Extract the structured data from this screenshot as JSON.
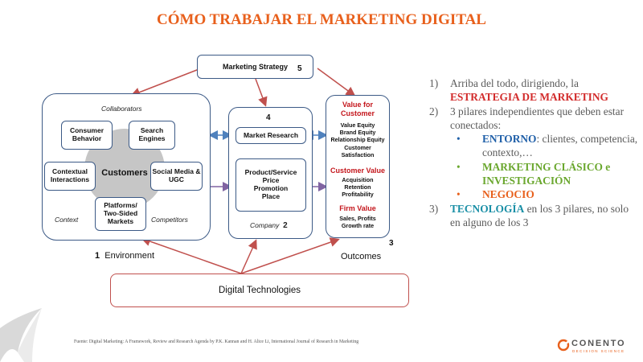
{
  "title": "CÓMO TRABAJAR EL MARKETING DIGITAL",
  "diagram": {
    "strategy": "Marketing Strategy",
    "strategy_num": "5",
    "collaborators": "Collaborators",
    "consumer_behavior": "Consumer Behavior",
    "search_engines": "Search Engines",
    "customers": "Customers",
    "contextual": "Contextual Interactions",
    "social": "Social Media & UGC",
    "platforms": "Platforms/ Two-Sided Markets",
    "context": "Context",
    "competitors": "Competitors",
    "env_num": "1",
    "environment": "Environment",
    "company_num_top": "4",
    "market_research": "Market Research",
    "product": "Product/Service",
    "price": "Price",
    "promotion": "Promotion",
    "place": "Place",
    "company": "Company",
    "company_num": "2",
    "value_for_customer": "Value for Customer",
    "vfc_items": "Value Equity\nBrand Equity\nRelationship Equity\nCustomer\nSatisfaction",
    "customer_value": "Customer Value",
    "cv_items": "Acquisition\nRetention\nProfitability",
    "firm_value": "Firm Value",
    "fv_items": "Sales, Profits\nGrowth rate",
    "outcomes_num": "3",
    "outcomes": "Outcomes",
    "digital_tech": "Digital Technologies"
  },
  "list": {
    "i1_num": "1)",
    "i1_text": "Arriba del todo, dirigiendo, la",
    "i1_red": "ESTRATEGIA DE MARKETING",
    "i2_num": "2)",
    "i2_text": "3 pilares independientes que deben estar conectados:",
    "b1_blue": "ENTORNO",
    "b1_rest": ": clientes, competencia, contexto,…",
    "b2_green": "MARKETING CLÁSICO e INVESTIGACIÓN",
    "b3_orange": "NEGOCIO",
    "i3_num": "3)",
    "i3_teal": "TECNOLOGÍA",
    "i3_rest": " en los 3 pilares, no solo en alguno de los 3"
  },
  "footer": {
    "source": "Fuente: Digital Marketing: A Framework, Review and Research Agenda by P.K. Kannan and H. Alice Li, International Journal of Research in Marketing",
    "logo_name": "CONENTO",
    "logo_sub": "DECISION SCIENCE"
  },
  "colors": {
    "accent": "#e8601c",
    "box_border": "#3c5a86",
    "arrow_red": "#c0504d",
    "arrow_blue": "#4f81bd",
    "arrow_purple": "#8064a2"
  }
}
